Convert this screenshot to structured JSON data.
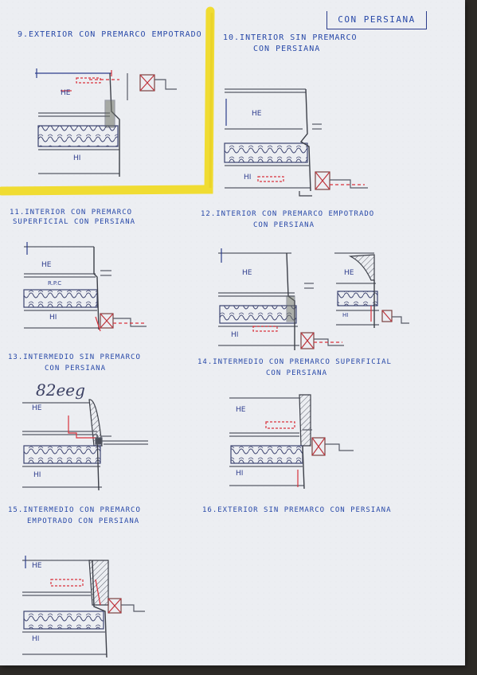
{
  "header": {
    "tag": "CON PERSIANA"
  },
  "details": [
    {
      "title": "9.EXTERIOR CON PREMARCO EMPOTRADO",
      "tags": [
        "HE",
        "HI"
      ]
    },
    {
      "title_lines": [
        "10.INTERIOR SIN PREMARCO",
        "CON PERSIANA"
      ],
      "tags": [
        "HE",
        "HI"
      ]
    },
    {
      "title_lines": [
        "11.INTERIOR CON PREMARCO",
        "SUPERFICIAL CON PERSIANA"
      ],
      "tags": [
        "HE",
        "R.P.C",
        "HI"
      ]
    },
    {
      "title_lines": [
        "12.INTERIOR CON PREMARCO EMPOTRADO",
        "CON PERSIANA"
      ],
      "tags": [
        "HE",
        "HI"
      ],
      "tags_alt": [
        "HE",
        "HI"
      ]
    },
    {
      "title_lines": [
        "13.INTERMEDIO SIN PREMARCO",
        "CON PERSIANA"
      ],
      "tags": [
        "HE",
        "HI"
      ],
      "scribble": "82eeg"
    },
    {
      "title_lines": [
        "14.INTERMEDIO CON PREMARCO SUPERFICIAL",
        "CON PERSIANA"
      ],
      "tags": [
        "HE",
        "HI"
      ]
    },
    {
      "title_lines": [
        "15.INTERMEDIO CON PREMARCO",
        "EMPOTRADO CON PERSIANA"
      ],
      "tags": [
        "HE",
        "HI"
      ]
    },
    {
      "title": "16.EXTERIOR SIN PREMARCO CON PERSIANA"
    }
  ],
  "colors": {
    "ink": "#2c3d8c",
    "pencil": "#565a66",
    "red": "#d8323c",
    "highlight": "#f0dc32",
    "paper": "#eceef2"
  }
}
